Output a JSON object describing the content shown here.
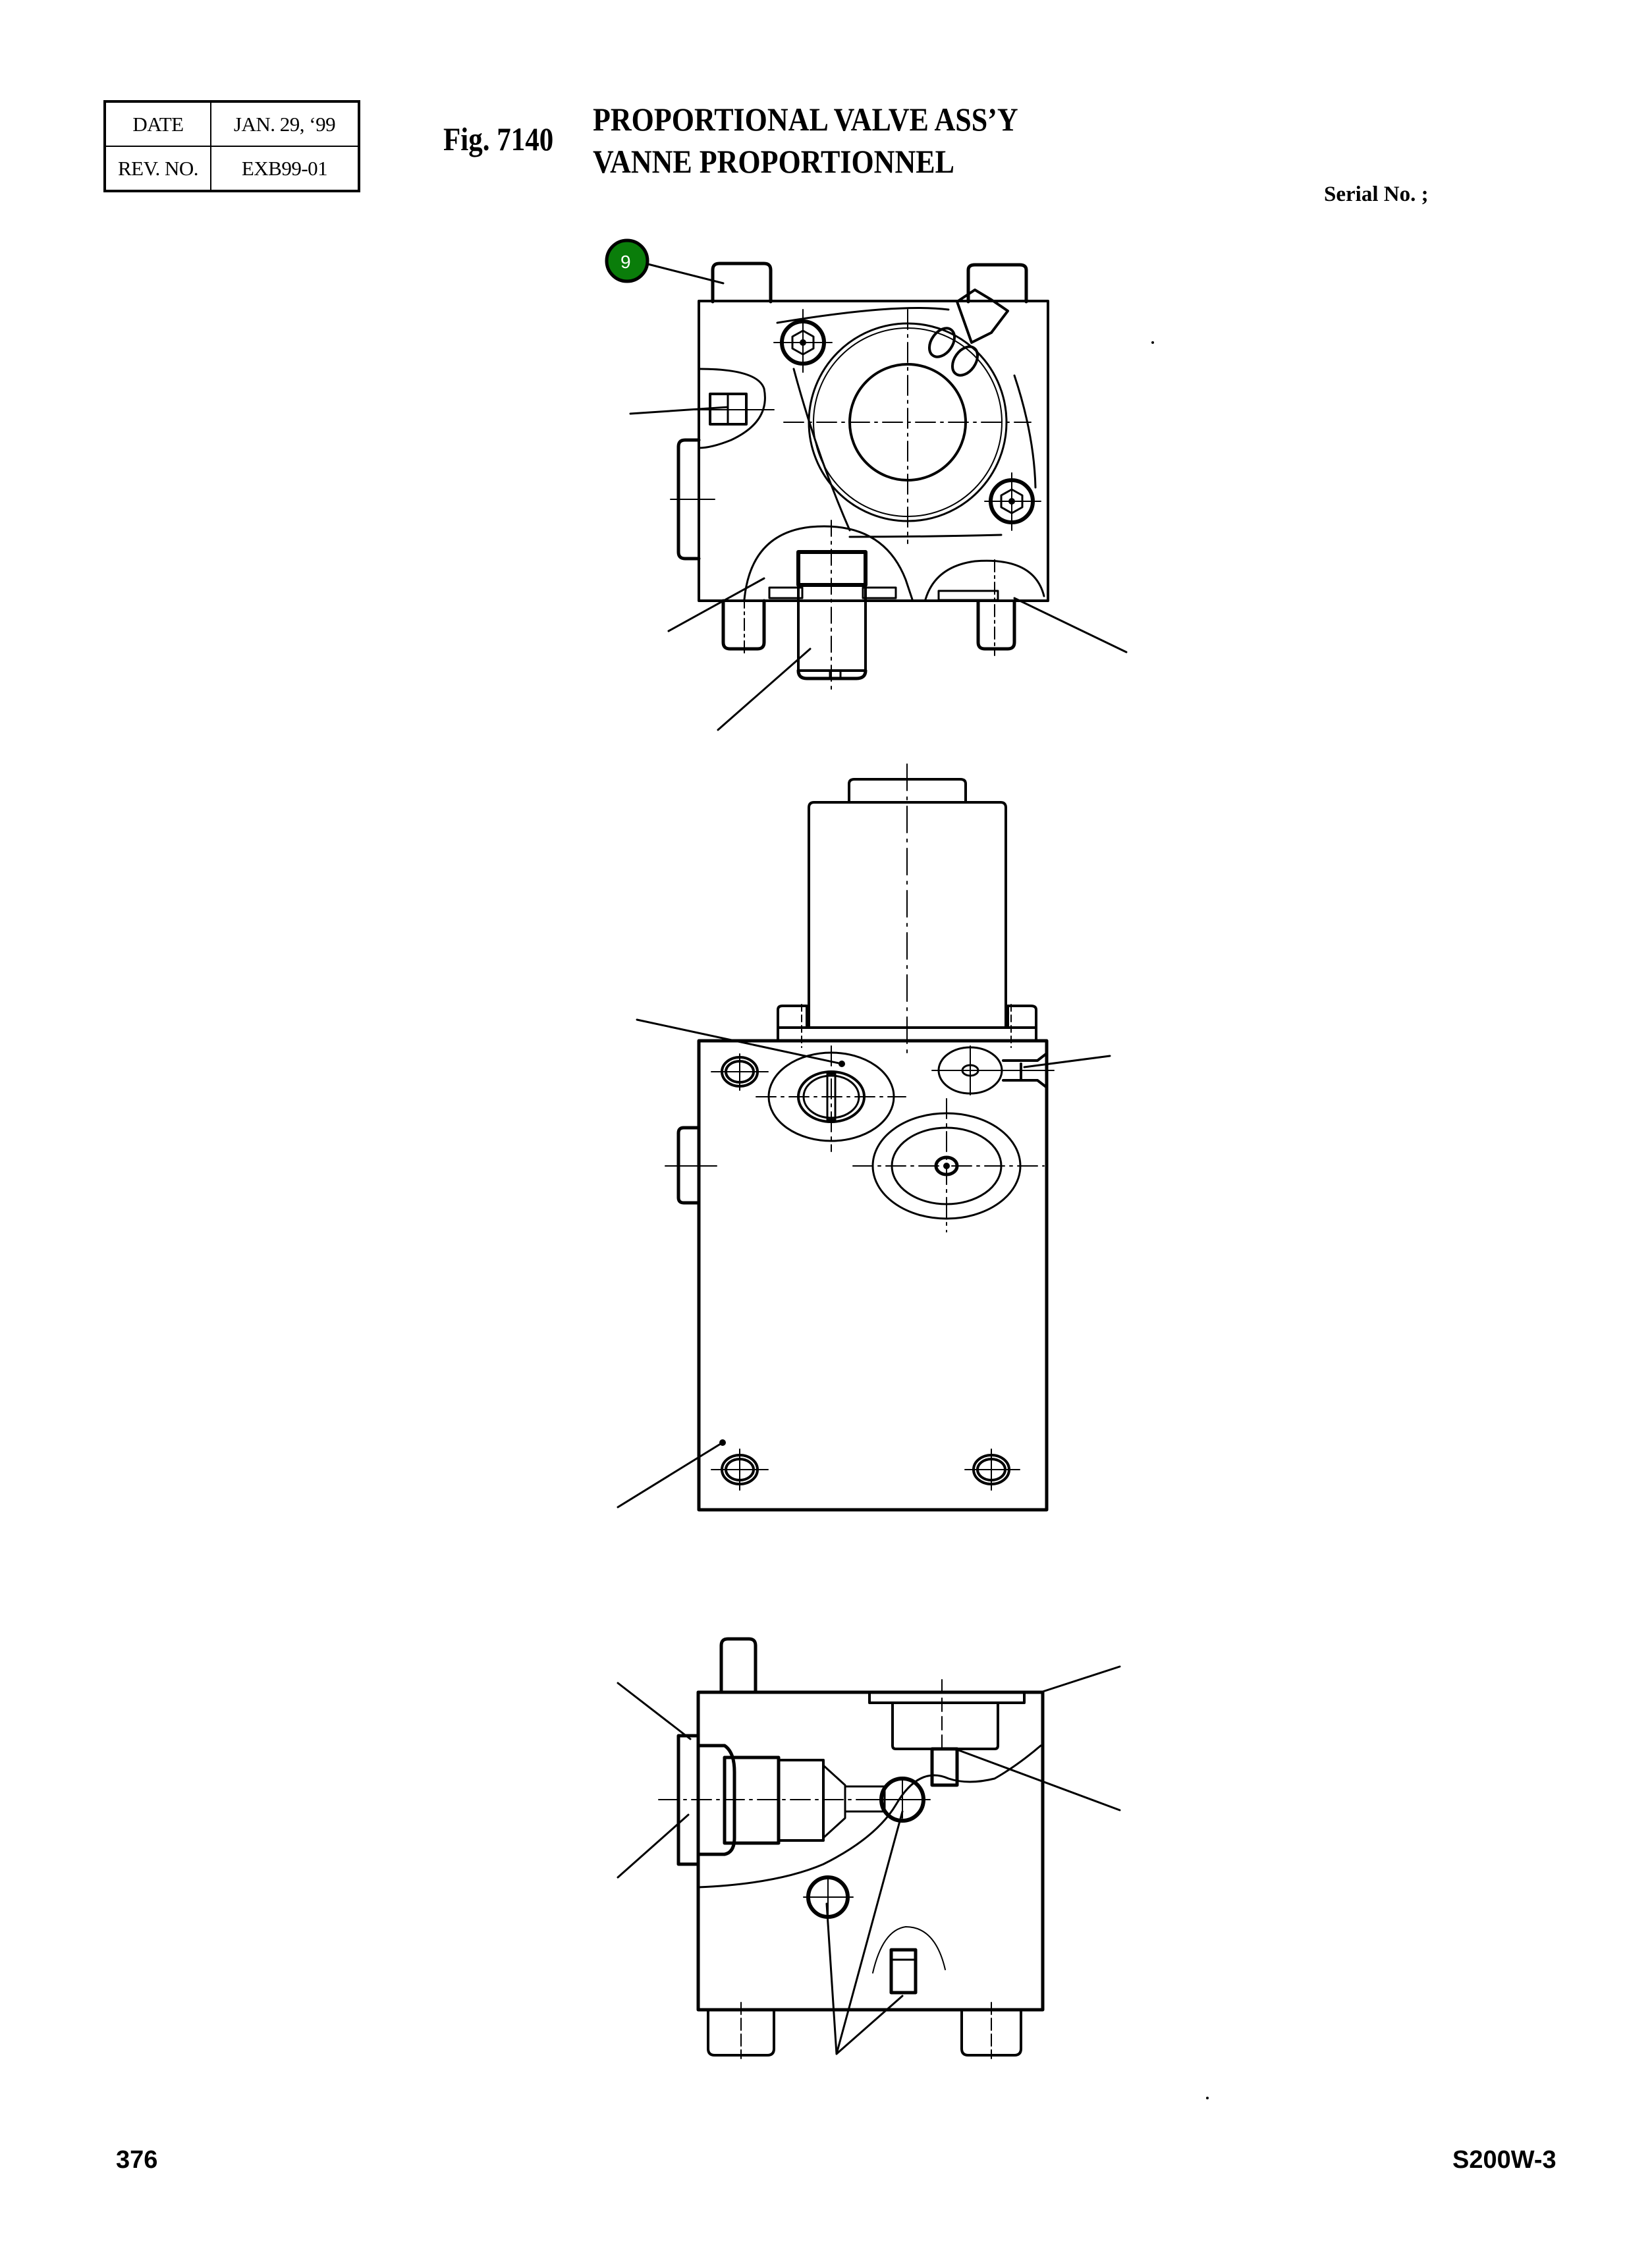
{
  "revision_table": {
    "date_label": "DATE",
    "date_value": "JAN. 29, ‘99",
    "rev_label": "REV. NO.",
    "rev_value": "EXB99-01"
  },
  "figure": {
    "number_label": "Fig. 7140",
    "title_en": "PROPORTIONAL VALVE ASS’Y",
    "title_fr": "VANNE PROPORTIONNEL"
  },
  "serial": {
    "label": "Serial No. ;"
  },
  "callouts": [
    {
      "number": "9",
      "color": "#0a7d0a",
      "text_color": "#ffffff",
      "shape": "circle"
    }
  ],
  "views": [
    {
      "name": "top-view"
    },
    {
      "name": "front-view"
    },
    {
      "name": "side-view"
    }
  ],
  "footer": {
    "page_number": "376",
    "model": "S200W-3"
  },
  "colors": {
    "line": "#000000",
    "background": "#ffffff",
    "callout_fill": "#0a7d0a"
  }
}
